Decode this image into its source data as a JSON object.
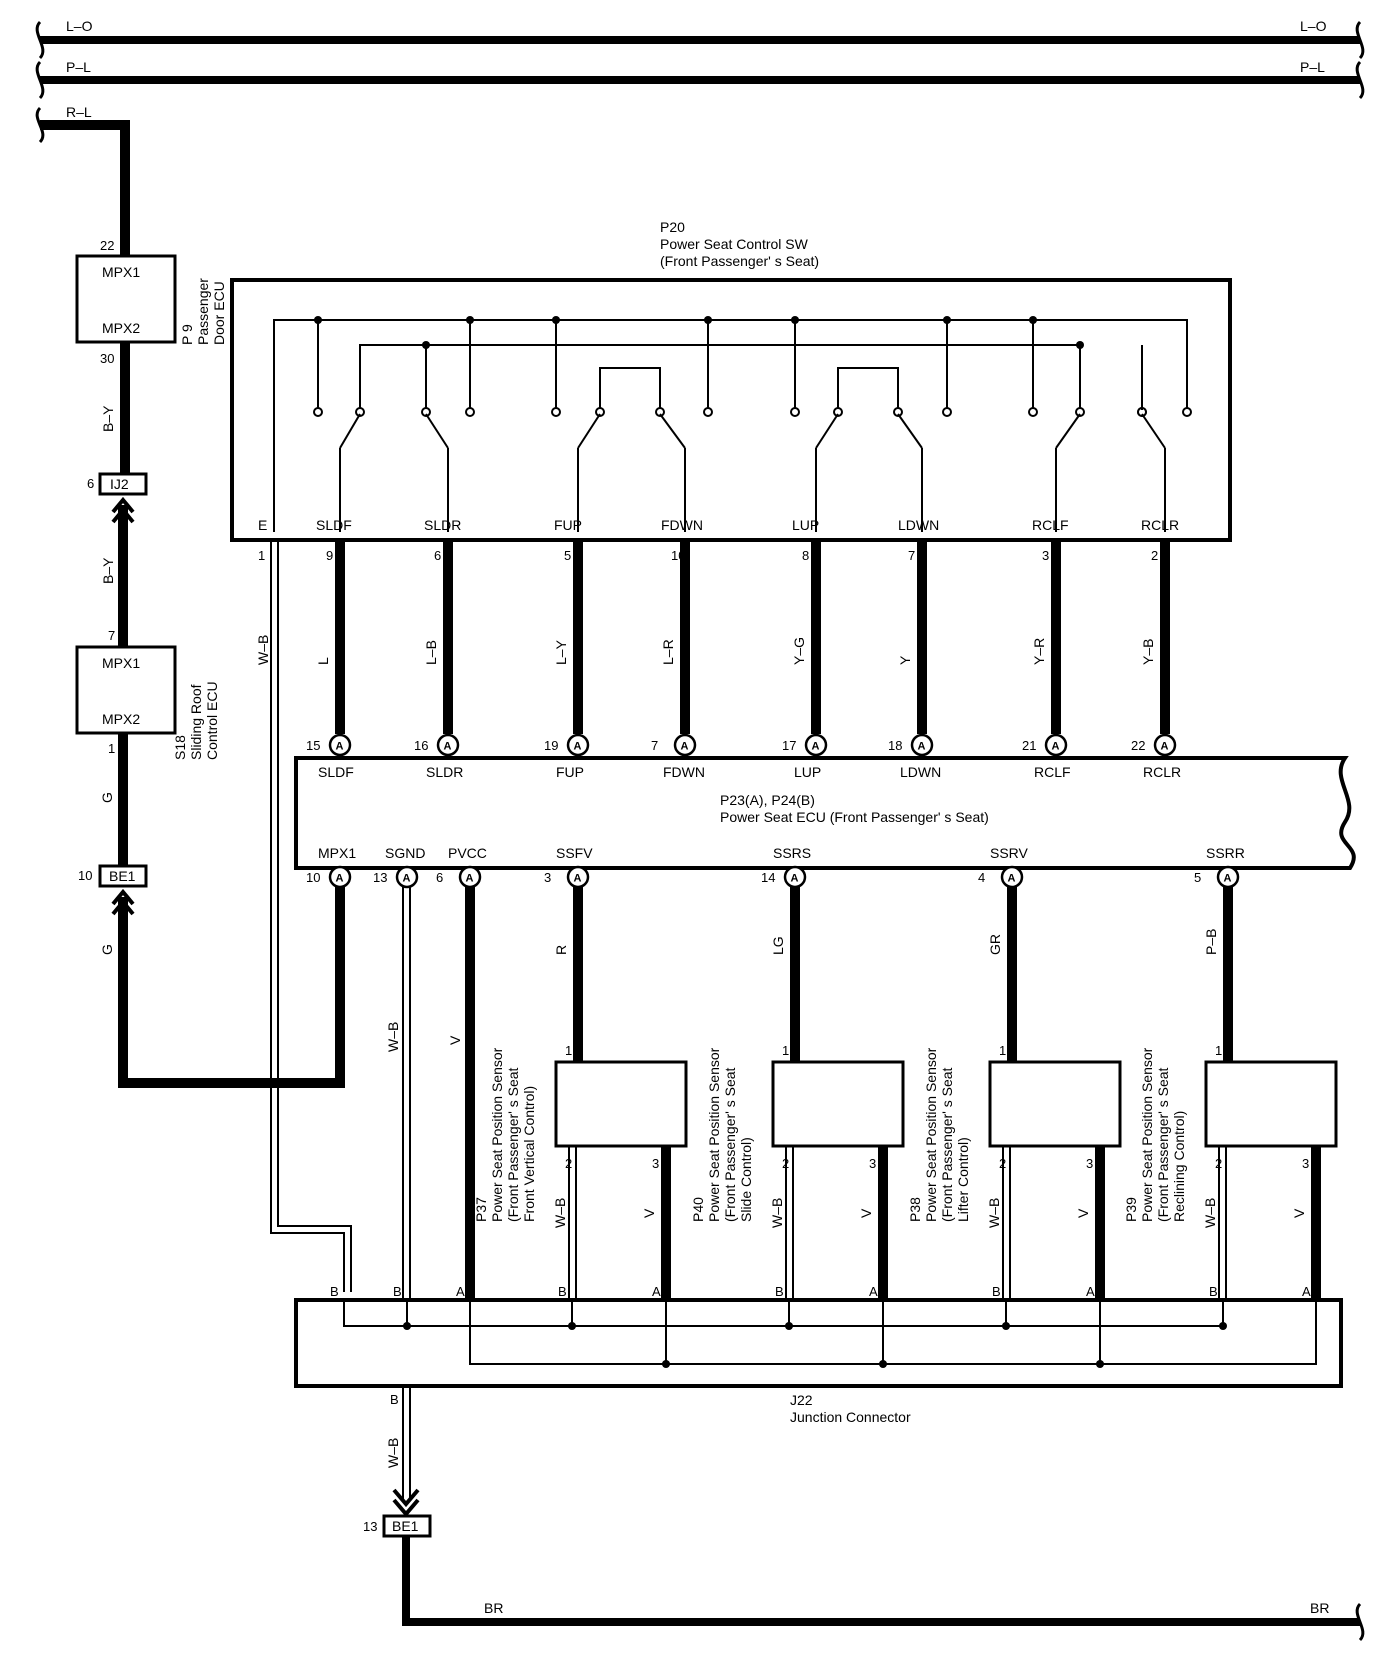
{
  "buses": {
    "lo": "L–O",
    "pl": "P–L",
    "rl": "R–L",
    "br": "BR"
  },
  "p9": {
    "pin_top": "22",
    "mpx1": "MPX1",
    "mpx2": "MPX2",
    "pin_bottom": "30",
    "name": "P 9",
    "desc1": "Passenger",
    "desc2": "Door ECU"
  },
  "wires_left": {
    "by_top": "B–Y",
    "by_bottom": "B–Y",
    "g_top": "G",
    "g_bottom": "G",
    "wb_ground": "W–B"
  },
  "ij2": {
    "pin": "6",
    "label": "IJ2"
  },
  "s18": {
    "pin_top": "7",
    "mpx1": "MPX1",
    "mpx2": "MPX2",
    "pin_bottom": "1",
    "name": "S18",
    "desc1": "Sliding Roof",
    "desc2": "Control ECU"
  },
  "be1_left": {
    "pin": "10",
    "label": "BE1"
  },
  "be1_bottom": {
    "pin": "13",
    "label": "BE1"
  },
  "p20": {
    "code": "P20",
    "title": "Power Seat Control SW",
    "subtitle": "(Front Passenger' s Seat)",
    "e_label": "E",
    "e_pin": "1",
    "terminals": [
      {
        "name": "SLDF",
        "pin": "9",
        "wire": "L"
      },
      {
        "name": "SLDR",
        "pin": "6",
        "wire": "L–B"
      },
      {
        "name": "FUP",
        "pin": "5",
        "wire": "L–Y"
      },
      {
        "name": "FDWN",
        "pin": "10",
        "wire": "L–R"
      },
      {
        "name": "LUP",
        "pin": "8",
        "wire": "Y–G"
      },
      {
        "name": "LDWN",
        "pin": "7",
        "wire": "Y"
      },
      {
        "name": "RCLF",
        "pin": "3",
        "wire": "Y–R"
      },
      {
        "name": "RCLR",
        "pin": "2",
        "wire": "Y–B"
      }
    ]
  },
  "ecu": {
    "title1": "P23(A), P24(B)",
    "title2": "Power Seat ECU (Front Passenger' s Seat)",
    "connector_letter": "A",
    "top_pins": [
      {
        "pin": "15",
        "name": "SLDF"
      },
      {
        "pin": "16",
        "name": "SLDR"
      },
      {
        "pin": "19",
        "name": "FUP"
      },
      {
        "pin": "7",
        "name": "FDWN"
      },
      {
        "pin": "17",
        "name": "LUP"
      },
      {
        "pin": "18",
        "name": "LDWN"
      },
      {
        "pin": "21",
        "name": "RCLF"
      },
      {
        "pin": "22",
        "name": "RCLR"
      }
    ],
    "bottom_pins": [
      {
        "pin": "10",
        "name": "MPX1"
      },
      {
        "pin": "13",
        "name": "SGND"
      },
      {
        "pin": "6",
        "name": "PVCC"
      },
      {
        "pin": "3",
        "name": "SSFV",
        "wire": "R"
      },
      {
        "pin": "14",
        "name": "SSRS",
        "wire": "LG"
      },
      {
        "pin": "4",
        "name": "SSRV",
        "wire": "GR"
      },
      {
        "pin": "5",
        "name": "SSRR",
        "wire": "P–B"
      }
    ],
    "sgnd_wire": "W–B",
    "pvcc_wire": "V"
  },
  "sensors": [
    {
      "code": "P37",
      "l1": "Power Seat Position Sensor",
      "l2": "(Front Passenger' s Seat",
      "l3": "Front Vertical Control)",
      "pin1": "1",
      "pin2": "2",
      "pin3": "3",
      "w2": "W–B",
      "w3": "V"
    },
    {
      "code": "P40",
      "l1": "Power Seat Position Sensor",
      "l2": "(Front Passenger' s Seat",
      "l3": "Slide Control)",
      "pin1": "1",
      "pin2": "2",
      "pin3": "3",
      "w2": "W–B",
      "w3": "V"
    },
    {
      "code": "P38",
      "l1": "Power Seat Position Sensor",
      "l2": "(Front Passenger' s Seat",
      "l3": "Lifter Control)",
      "pin1": "1",
      "pin2": "2",
      "pin3": "3",
      "w2": "W–B",
      "w3": "V"
    },
    {
      "code": "P39",
      "l1": "Power Seat Position Sensor",
      "l2": "(Front Passenger' s Seat",
      "l3": "Reclining Control)",
      "pin1": "1",
      "pin2": "2",
      "pin3": "3",
      "w2": "W–B",
      "w3": "V"
    }
  ],
  "j22": {
    "code": "J22",
    "name": "Junction Connector",
    "pins": [
      "B",
      "B",
      "A",
      "B",
      "A",
      "B",
      "A",
      "B",
      "A",
      "B",
      "A"
    ],
    "bottom_pin": "B",
    "bottom_wire": "W–B"
  }
}
